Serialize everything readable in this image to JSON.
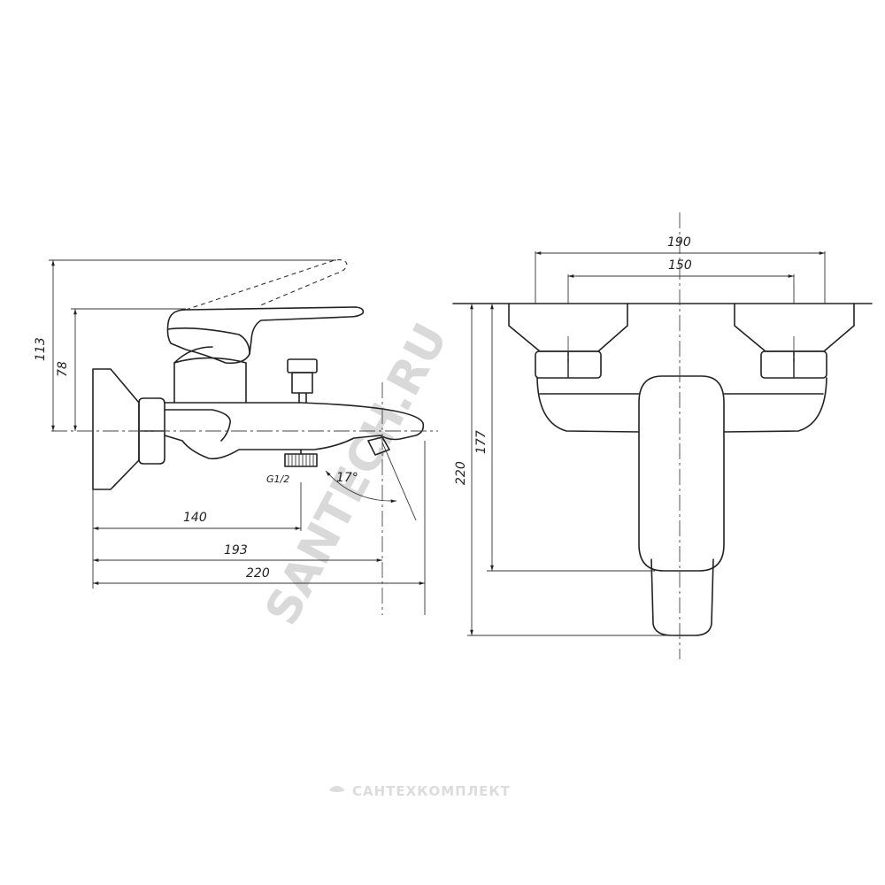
{
  "side_view": {
    "dim_height_lever_top": "113",
    "dim_height_lever": "78",
    "dim_spout_connection": "140",
    "dim_spout_angle_point": "193",
    "dim_total_depth": "220",
    "thread_label": "G1/2",
    "angle_label": "17°"
  },
  "front_view": {
    "dim_total_width": "190",
    "dim_center_distance": "150",
    "dim_height_handle": "177",
    "dim_total_height": "220"
  },
  "watermarks": {
    "diagonal": "SANTECH.RU",
    "bottom": "САНТЕХКОМПЛЕКТ"
  },
  "colors": {
    "line": "#222222",
    "watermark": "#d9d9d9"
  }
}
